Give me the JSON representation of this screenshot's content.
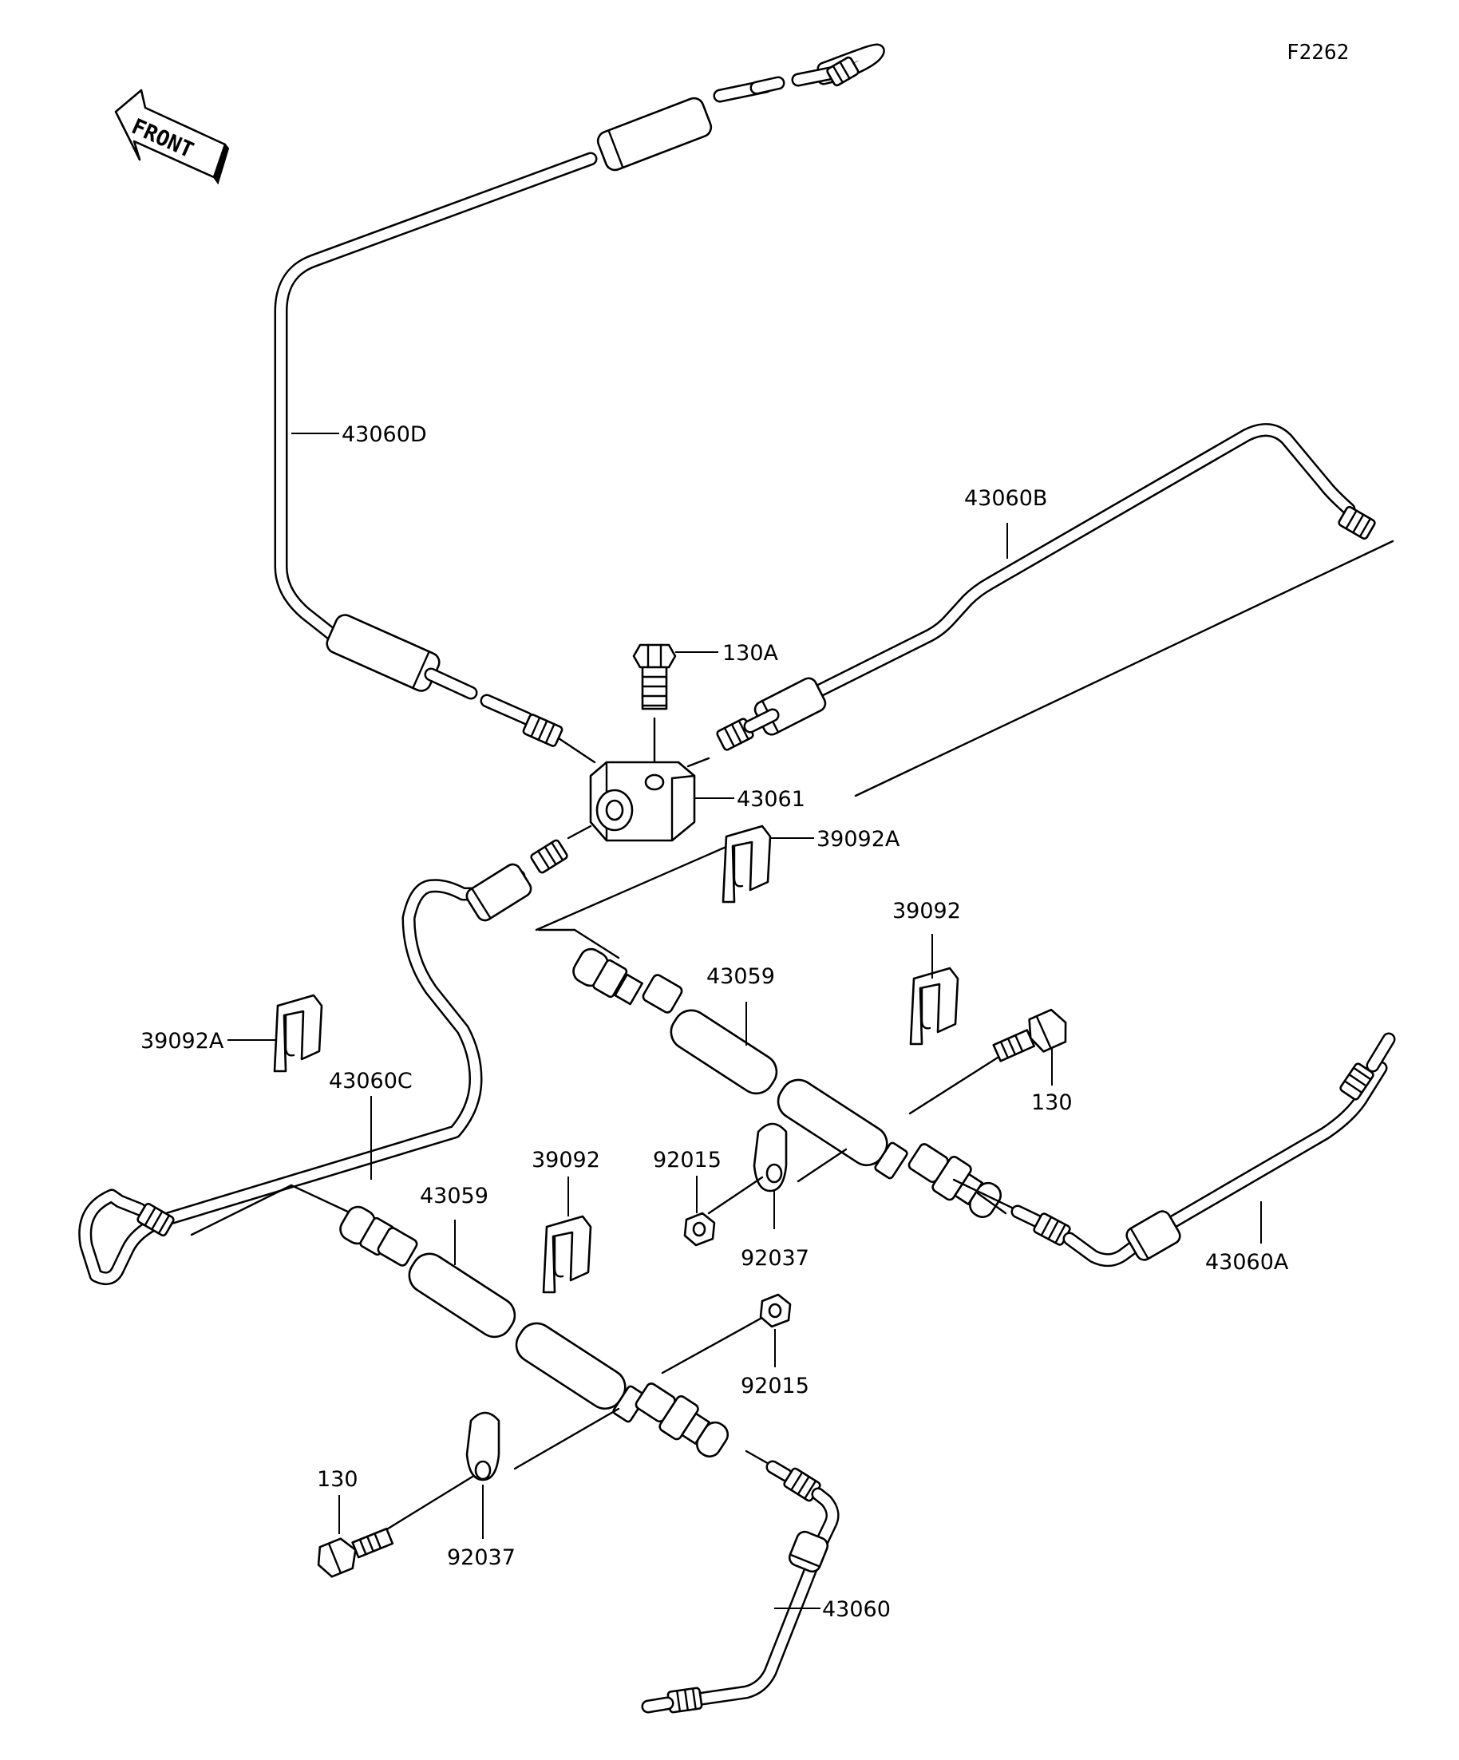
{
  "figure_id": "F2262",
  "direction_label": "FRONT",
  "callouts": {
    "p43060D": "43060D",
    "p43060B": "43060B",
    "p130A": "130A",
    "p43061": "43061",
    "p39092A_top": "39092A",
    "p39092_right": "39092",
    "p43059_upper": "43059",
    "p130_right": "130",
    "p39092A_left": "39092A",
    "p43060C": "43060C",
    "p39092_mid": "39092",
    "p92015_upper": "92015",
    "p43059_lower": "43059",
    "p92037_upper": "92037",
    "p43060A": "43060A",
    "p92015_lower": "92015",
    "p130_lower": "130",
    "p92037_lower": "92037",
    "p43060": "43060"
  }
}
